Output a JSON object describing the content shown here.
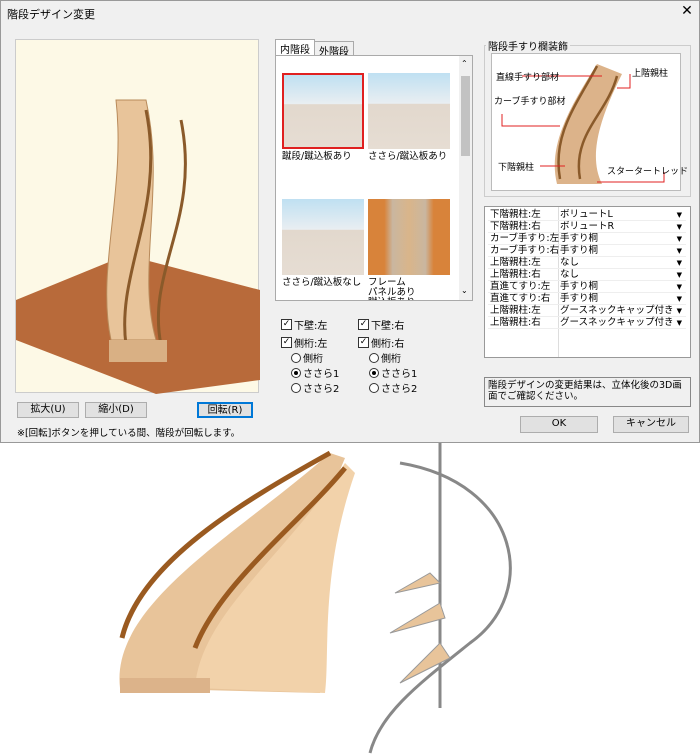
{
  "window": {
    "title": "階段デザイン変更",
    "close": "✕"
  },
  "preview": {
    "zoom_in": "拡大(U)",
    "zoom_out": "縮小(D)",
    "rotate": "回転(R)",
    "note": "※[回転]ボタンを押している間、階段が回転します。"
  },
  "tabs": [
    {
      "label": "内階段",
      "active": true
    },
    {
      "label": "外階段",
      "active": false
    }
  ],
  "gallery": [
    {
      "label": "蹴段/蹴込板あり",
      "selected": true
    },
    {
      "label": "ささら/蹴込板あり",
      "selected": false
    },
    {
      "label": "ささら/蹴込板なし",
      "selected": false
    },
    {
      "label": "フレーム\nパネルあり\n蹴込板あり",
      "selected": false
    }
  ],
  "options": {
    "left": {
      "wall": "下壁:左",
      "wall_checked": true,
      "stringer": "側桁:左",
      "stringer_checked": true,
      "radios": [
        "側桁",
        "ささら1",
        "ささら2"
      ],
      "selected": 1
    },
    "right": {
      "wall": "下壁:右",
      "wall_checked": true,
      "stringer": "側桁:右",
      "stringer_checked": true,
      "radios": [
        "側桁",
        "ささら1",
        "ささら2"
      ],
      "selected": 1
    }
  },
  "decoration": {
    "title": "階段手すり欄装飾",
    "labels": {
      "straight": "直線手すり部材",
      "upper_post": "上階親柱",
      "curve": "カーブ手すり部材",
      "lower_post": "下階親柱",
      "starter": "スタータートレッド"
    }
  },
  "table": [
    {
      "k": "下階親柱:左",
      "v": "ボリュートL"
    },
    {
      "k": "下階親柱:右",
      "v": "ボリュートR"
    },
    {
      "k": "カーブ手すり:左",
      "v": "手すり桐"
    },
    {
      "k": "カーブ手すり:右",
      "v": "手すり桐"
    },
    {
      "k": "上階親柱:左",
      "v": "なし"
    },
    {
      "k": "上階親柱:右",
      "v": "なし"
    },
    {
      "k": "直進てすり:左",
      "v": "手すり桐"
    },
    {
      "k": "直進てすり:右",
      "v": "手すり桐"
    },
    {
      "k": "上階親柱:左",
      "v": "グースネックキャップ付き"
    },
    {
      "k": "上階親柱:右",
      "v": "グースネックキャップ付き"
    }
  ],
  "message": "階段デザインの変更結果は、立体化後の3D画面でご確認ください。",
  "ok": "OK",
  "cancel": "キャンセル",
  "colors": {
    "wood": "#c98a4a",
    "floor": "#b86a3a",
    "stair": "#e8c49a",
    "select": "#e02020"
  }
}
